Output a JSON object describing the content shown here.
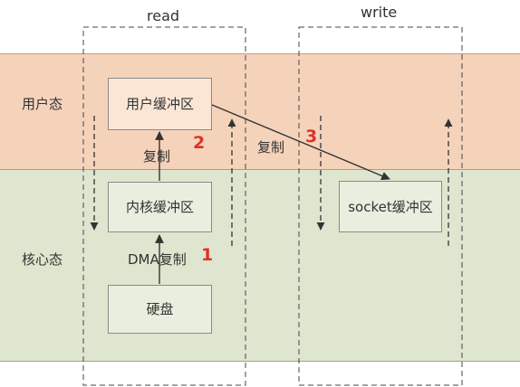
{
  "columns": {
    "read": "read",
    "write": "write"
  },
  "zones": {
    "user": "用户态",
    "kernel": "核心态"
  },
  "boxes": {
    "user_buffer": "用户缓冲区",
    "kernel_buffer": "内核缓冲区",
    "disk": "硬盘",
    "socket_buffer": "socket缓冲区"
  },
  "steps": [
    {
      "number": "1",
      "label": "DMA复制"
    },
    {
      "number": "2",
      "label": "复制"
    },
    {
      "number": "3",
      "label": "复制"
    }
  ],
  "colors": {
    "user_zone": "#f5d3bb",
    "kernel_zone": "#dfe6cf",
    "badge": "#e0302a"
  }
}
